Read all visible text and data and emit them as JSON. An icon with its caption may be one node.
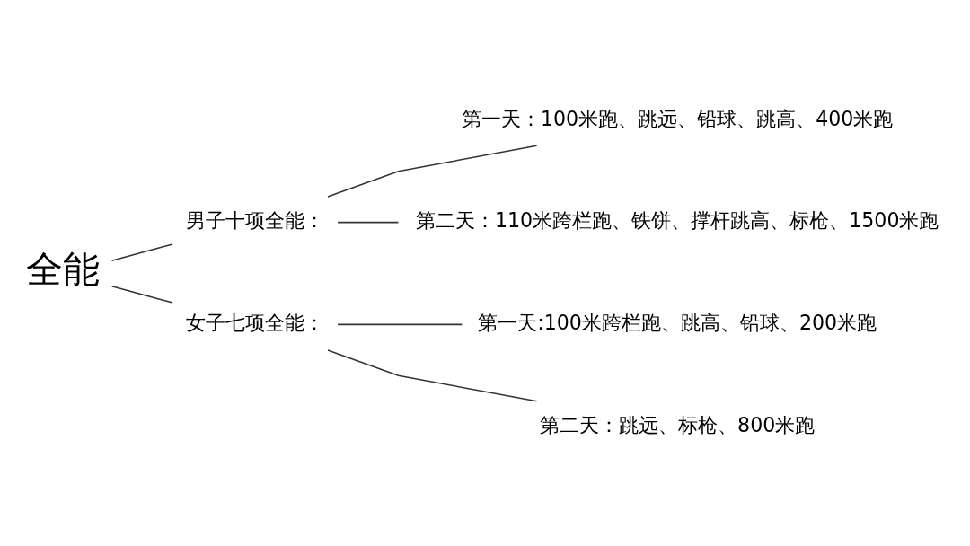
{
  "diagram": {
    "nodes": [
      {
        "text": [
          "全能"
        ]
      },
      {
        "text": [
          "男子十项全能："
        ]
      },
      {
        "text": [
          "女子七项全能："
        ]
      },
      {
        "text": [
          "第一天：100米跑、跳远、铅球、跳高、400米跑"
        ]
      },
      {
        "text": [
          "第二天：110米跨栏跑、铁饼、撑杆跳高、标枪、1500米跑"
        ]
      },
      {
        "text": [
          "第一天:100米跨栏跑、跳高、铅球、200米跑"
        ]
      },
      {
        "text": [
          "第二天：跳远、标枪、800米跑"
        ]
      }
    ],
    "edges": [
      {
        "from": 0,
        "to": 1,
        "arrow": "none"
      },
      {
        "from": 0,
        "to": 2,
        "arrow": "none"
      },
      {
        "from": 1,
        "to": 3,
        "arrow": "none"
      },
      {
        "from": 1,
        "to": 4,
        "arrow": "none"
      },
      {
        "from": 2,
        "to": 5,
        "arrow": "none"
      },
      {
        "from": 2,
        "to": 6,
        "arrow": "none"
      }
    ]
  }
}
